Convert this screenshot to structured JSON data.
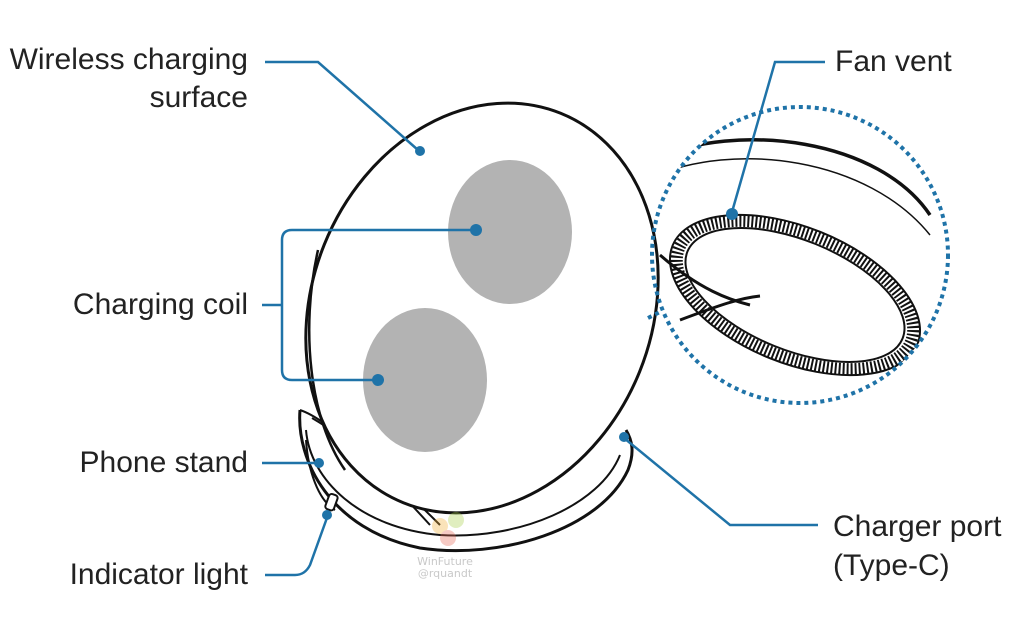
{
  "labels": {
    "wireless_line1": "Wireless charging",
    "wireless_line2": "surface",
    "charging_coil": "Charging coil",
    "phone_stand": "Phone stand",
    "indicator_light": "Indicator light",
    "fan_vent": "Fan vent",
    "charger_port_line1": "Charger port",
    "charger_port_line2": "(Type-C)"
  },
  "watermark": {
    "line1": "WinFuture",
    "line2": "@rquandt"
  },
  "colors": {
    "leader": "#1f73a8",
    "outline": "#111111",
    "coil_fill": "#b3b3b3",
    "text": "#222222"
  }
}
